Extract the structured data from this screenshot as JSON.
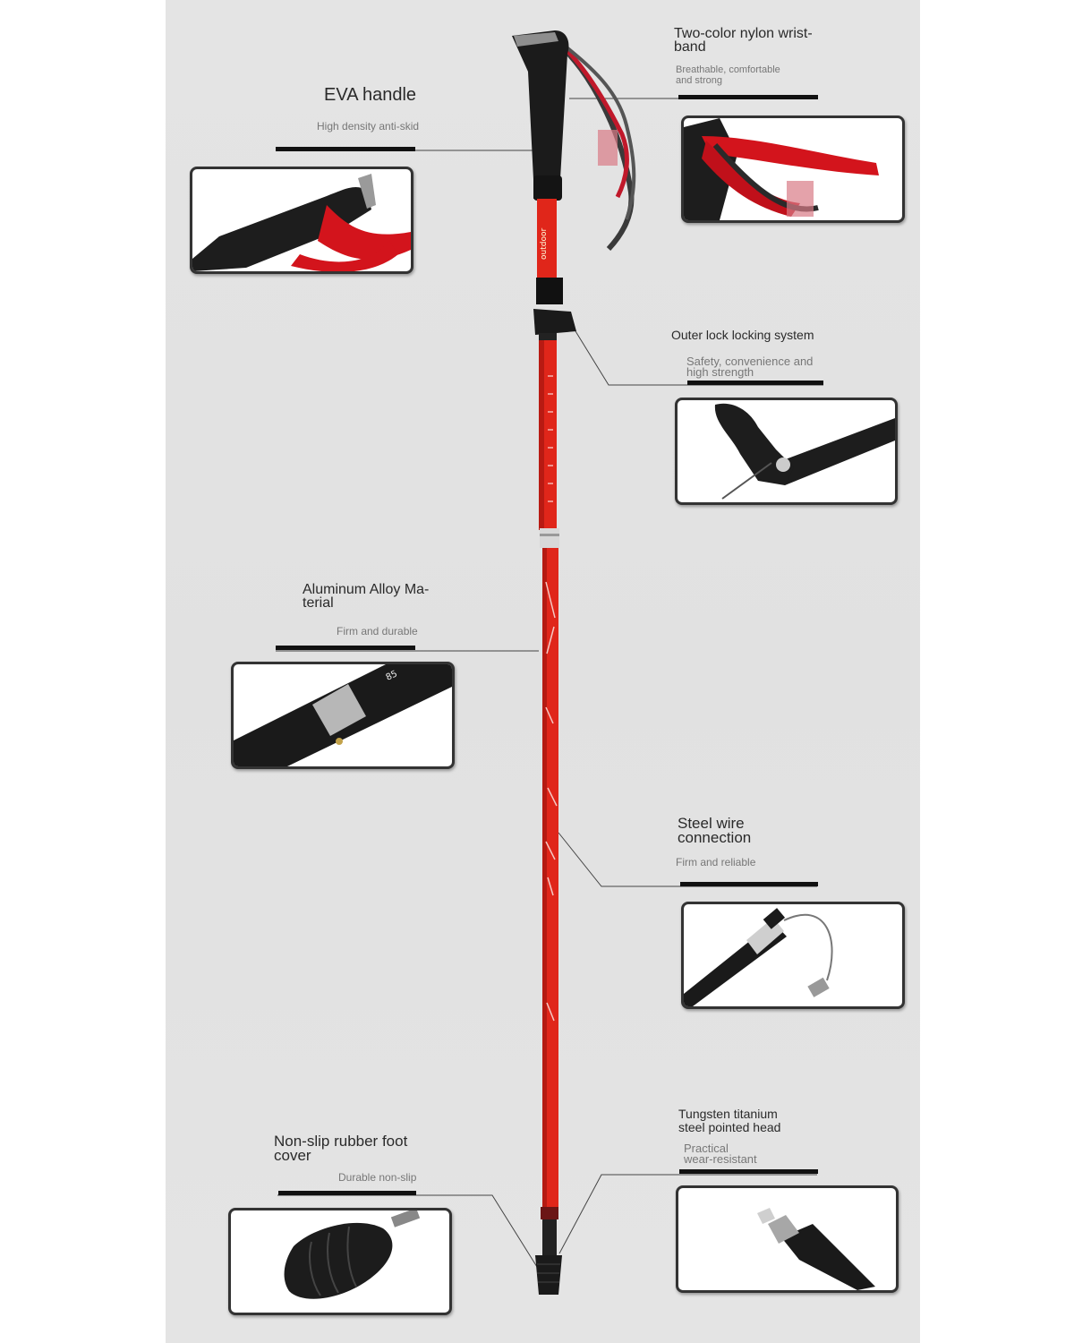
{
  "features": {
    "eva_handle": {
      "title": "EVA handle",
      "subtitle": "High density anti-skid"
    },
    "wrist_band": {
      "title": "Two-color nylon wrist-\nband",
      "subtitle": "Breathable, comfortable\nand strong"
    },
    "outer_lock": {
      "title": "Outer lock locking system",
      "subtitle": "Safety, convenience and\nhigh strength"
    },
    "aluminum": {
      "title": "Aluminum Alloy Ma-\nterial",
      "subtitle": "Firm and durable"
    },
    "steel_wire": {
      "title": "Steel wire\nconnection",
      "subtitle": "Firm and reliable"
    },
    "rubber_foot": {
      "title": "Non-slip rubber foot\ncover",
      "subtitle": "Durable non-slip"
    },
    "tungsten_tip": {
      "title": "Tungsten titanium\nsteel pointed head",
      "subtitle": "Practical\nwear-resistant"
    }
  },
  "colors": {
    "pole_red": "#e0261a",
    "grip_black": "#1b1b1b",
    "panel_bg": "#e3e3e3",
    "strap_red": "#d3141c"
  },
  "icons": [
    "trekking-pole-illustration"
  ]
}
